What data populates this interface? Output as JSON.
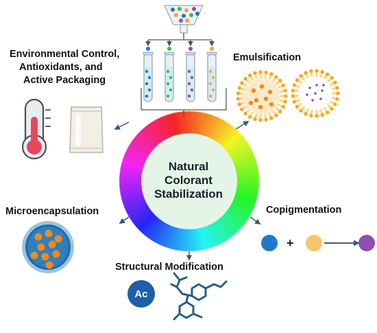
{
  "center": {
    "line1": "Natural",
    "line2": "Colorant",
    "line3": "Stabilization"
  },
  "labels": {
    "environmental_line1": "Environmental Control,",
    "environmental_line2": "Antioxidants, and",
    "environmental_line3": "Active Packaging",
    "emulsification": "Emulsification",
    "microencapsulation": "Microencapsulation",
    "copigmentation": "Copigmentation",
    "structural_modification": "Structural Modification"
  },
  "symbols": {
    "acetyl": "Ac",
    "plus": "+"
  },
  "colors": {
    "center_fill": "#e4f4e6",
    "arrow": "#2e5b7a",
    "dot_blue": "#1f78c8",
    "dot_yellow": "#f6c46a",
    "dot_purple": "#8e4fae",
    "thermometer_red": "#e9475a",
    "capsule_blue": "#1e6aa8",
    "capsule_orange": "#f08a1c",
    "acetyl_blue": "#1d5fa8",
    "molecule": "#2a5d86"
  },
  "icons": [
    "funnel-icon",
    "test-tube-icon",
    "thermometer-icon",
    "packaging-sachet-icon",
    "emulsion-droplet-icon",
    "microcapsule-icon",
    "molecule-icon"
  ]
}
